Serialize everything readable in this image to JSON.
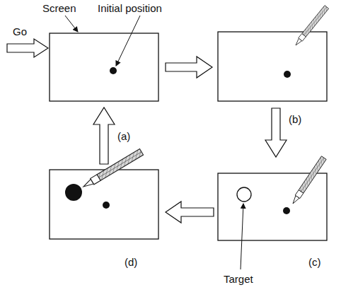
{
  "diagram": {
    "labels": [
      "Go",
      "Screen",
      "Initial position",
      "(a)",
      "(b)",
      "(c)",
      "(d)",
      "Target"
    ]
  }
}
